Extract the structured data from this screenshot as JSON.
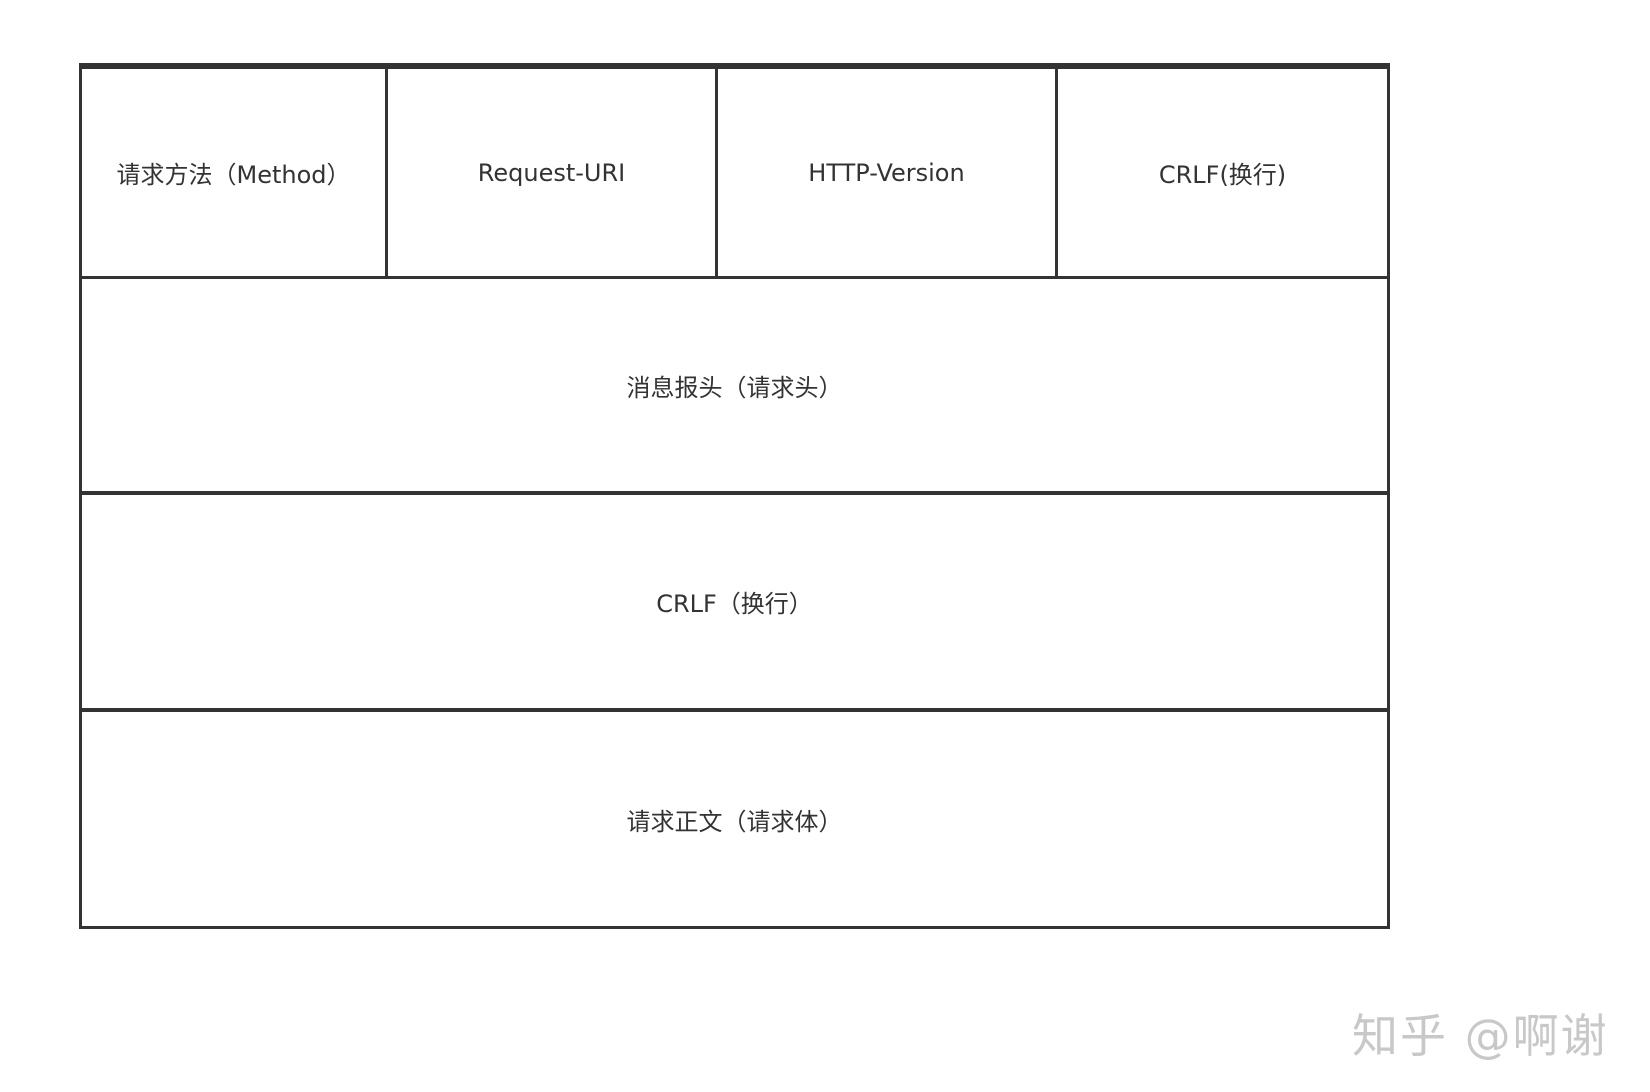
{
  "request_line": {
    "method": "请求方法（Method）",
    "uri": "Request-URI",
    "version": "HTTP-Version",
    "crlf": "CRLF(换行)"
  },
  "headers": "消息报头（请求头）",
  "crlf_line": "CRLF（换行）",
  "body": "请求正文（请求体）",
  "watermark": "知乎 @啊谢"
}
